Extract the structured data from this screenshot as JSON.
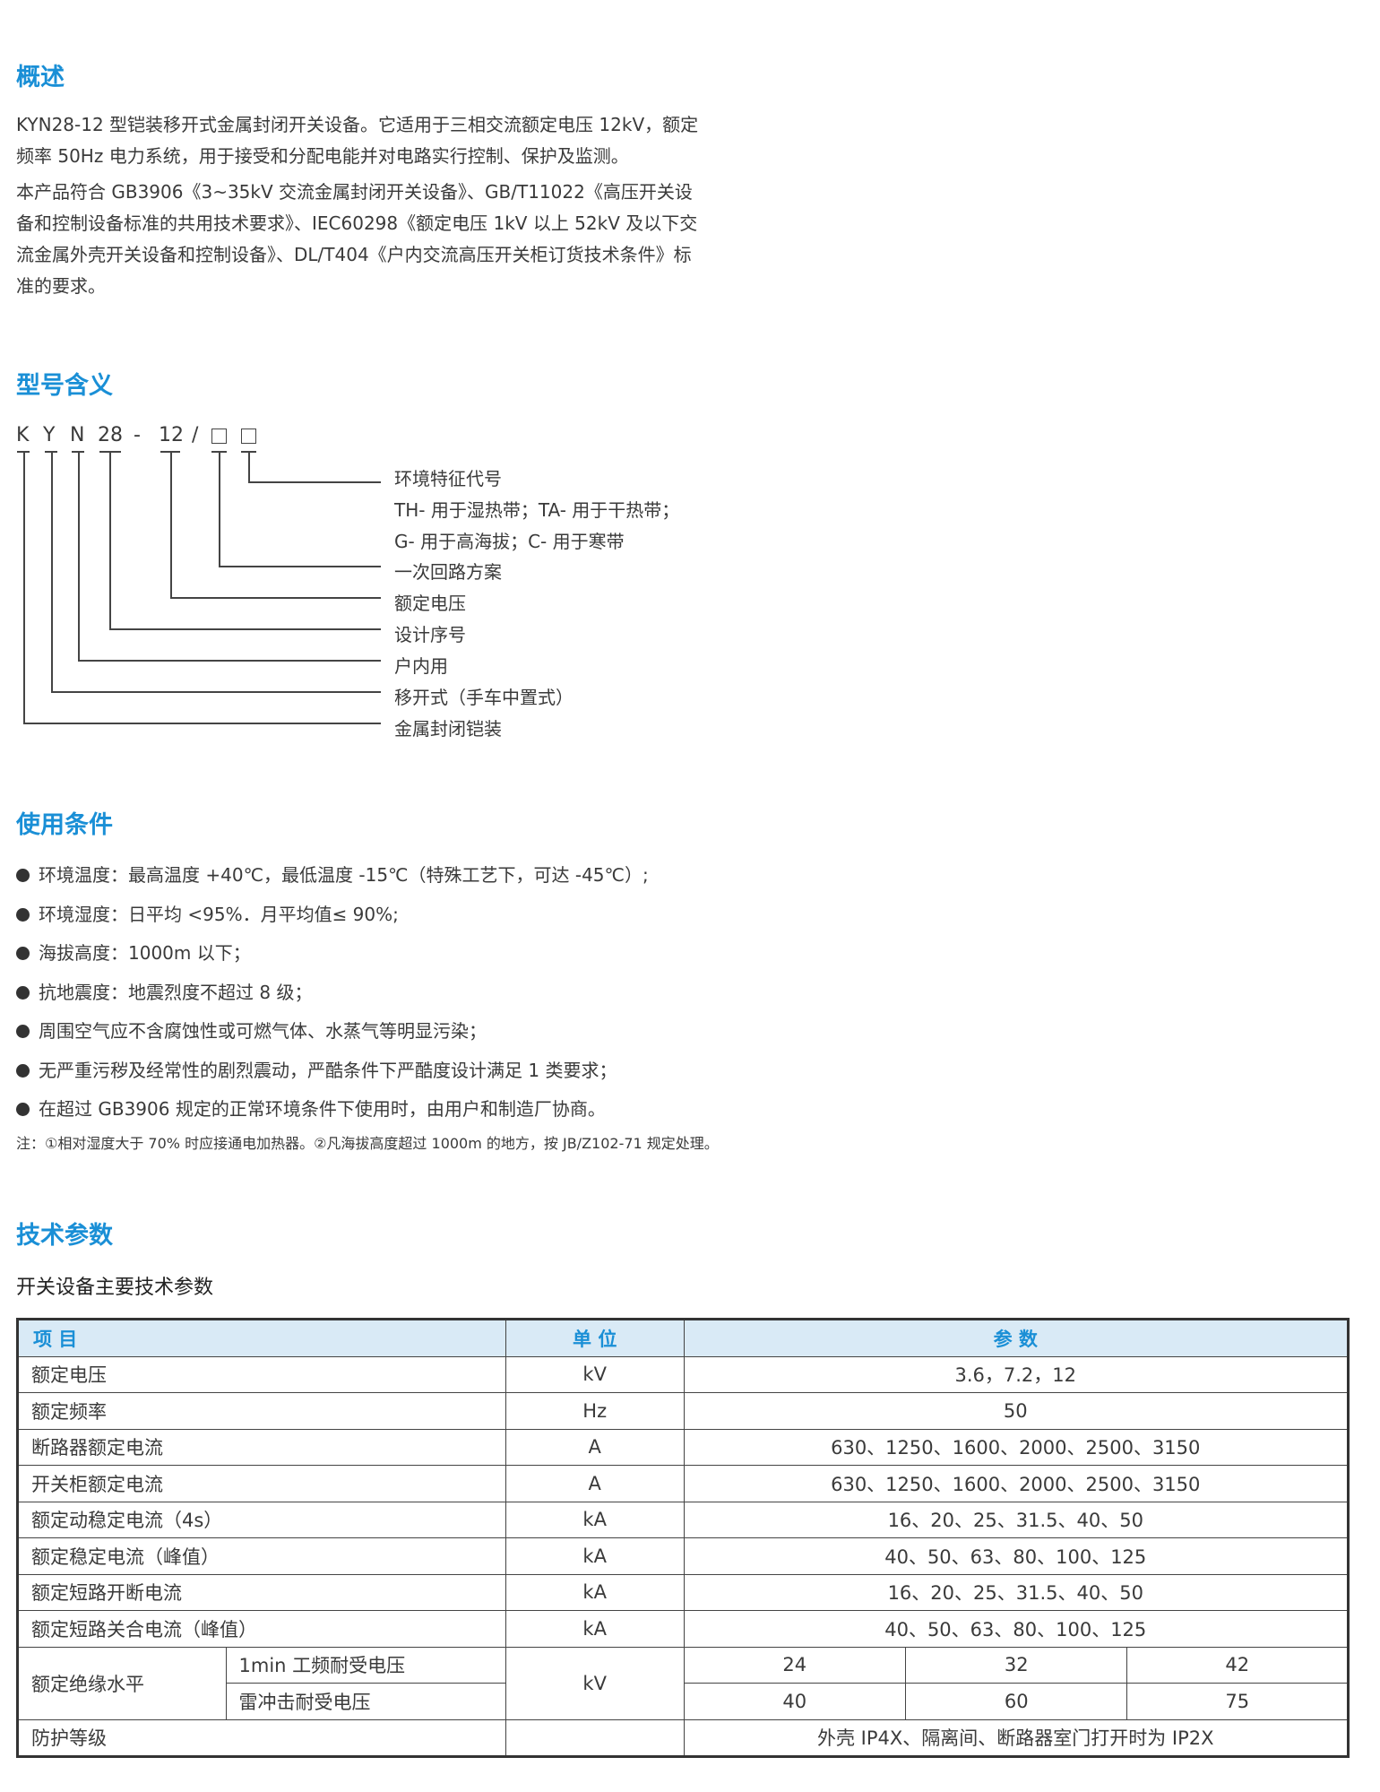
{
  "overview": {
    "title": "概述",
    "para1_line1": "KYN28-12 型铠装移开式金属封闭开关设备。它适用于三相交流额定电压 12kV，额定",
    "para1_line2": "频率 50Hz 电力系统，用于接受和分配电能并对电路实行控制、保护及监测。",
    "para2_line1": "本产品符合 GB3906《3~35kV 交流金属封闭开关设备》、GB/T11022《高压开关设",
    "para2_line2": "备和控制设备标准的共用技术要求》、IEC60298《额定电压 1kV 以上 52kV 及以下交",
    "para2_line3": "流金属外壳开关设备和控制设备》、DL/T404《户内交流高压开关柜订货技术条件》标",
    "para2_line4": "准的要求。"
  },
  "model": {
    "title": "型号含义",
    "code": [
      "K",
      "Y",
      "N",
      "28",
      "-",
      "12",
      "/"
    ],
    "legend": [
      "环境特征代号",
      "TH- 用于湿热带；TA- 用于干热带；",
      "G- 用于高海拔；C- 用于寒带",
      "一次回路方案",
      "额定电压",
      "设计序号",
      "户内用",
      "移开式（手车中置式）",
      "金属封闭铠装"
    ]
  },
  "conditions": {
    "title": "使用条件",
    "items": [
      "环境温度：最高温度 +40℃，最低温度 -15℃（特殊工艺下，可达 -45℃）;",
      "环境湿度：日平均 <95%．月平均值≤ 90%;",
      "海拔高度：1000m 以下；",
      "抗地震度：地震烈度不超过 8 级；",
      "周围空气应不含腐蚀性或可燃气体、水蒸气等明显污染；",
      "无严重污秽及经常性的剧烈震动，严酷条件下严酷度设计满足 1 类要求；",
      "在超过 GB3906 规定的正常环境条件下使用时，由用户和制造厂协商。"
    ],
    "note": "注：①相对湿度大于 70% 时应接通电加热器。②凡海拔高度超过 1000m 的地方，按 JB/Z102-71 规定处理。"
  },
  "tech": {
    "title": "技术参数",
    "caption": "开关设备主要技术参数",
    "headers": [
      "项 目",
      "单 位",
      "参 数"
    ],
    "rows": [
      {
        "label": "额定电压",
        "unit": "kV",
        "value": "3.6，7.2，12"
      },
      {
        "label": "额定频率",
        "unit": "Hz",
        "value": "50"
      },
      {
        "label": "断路器额定电流",
        "unit": "A",
        "value": "630、1250、1600、2000、2500、3150"
      },
      {
        "label": "开关柜额定电流",
        "unit": "A",
        "value": "630、1250、1600、2000、2500、3150"
      },
      {
        "label": "额定动稳定电流（4s）",
        "unit": "kA",
        "value": "16、20、25、31.5、40、50"
      },
      {
        "label": "额定稳定电流（峰值）",
        "unit": "kA",
        "value": "40、50、63、80、100、125"
      },
      {
        "label": "额定短路开断电流",
        "unit": "kA",
        "value": "16、20、25、31.5、40、50"
      },
      {
        "label": "额定短路关合电流（峰值）",
        "unit": "kA",
        "value": "40、50、63、80、100、125"
      }
    ],
    "insulation": {
      "label": "额定绝缘水平",
      "unit": "kV",
      "sub1": {
        "label": "1min 工频耐受电压",
        "values": [
          "24",
          "32",
          "42"
        ]
      },
      "sub2": {
        "label": "雷冲击耐受电压",
        "values": [
          "40",
          "60",
          "75"
        ]
      }
    },
    "protection": {
      "label": "防护等级",
      "unit": "",
      "value": "外壳 IP4X、隔离间、断路器室门打开时为 IP2X"
    }
  }
}
